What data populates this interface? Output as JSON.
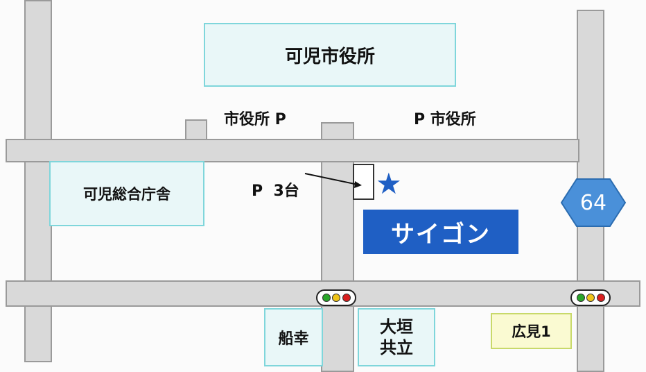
{
  "buildings": {
    "city_hall": "可児市役所",
    "general_office": "可児総合庁舎",
    "funayuki": "船幸",
    "ogaki_kyoritsu_line1": "大垣",
    "ogaki_kyoritsu_line2": "共立",
    "hiromi": "広見1"
  },
  "parking": {
    "city_hall_left": "市役所 P",
    "city_hall_right": "P 市役所",
    "shop": "P  3台"
  },
  "destination": {
    "name": "サイゴン",
    "marker": "★"
  },
  "route": {
    "number": "64"
  },
  "colors": {
    "destination_bg": "#1f5fc4",
    "star": "#1f5fc4",
    "route_sign": "#4a90d9",
    "hiromi_bg": "#fafad2",
    "light_green": "#2aa62a",
    "light_yellow": "#f0c419",
    "light_red": "#d92020"
  }
}
